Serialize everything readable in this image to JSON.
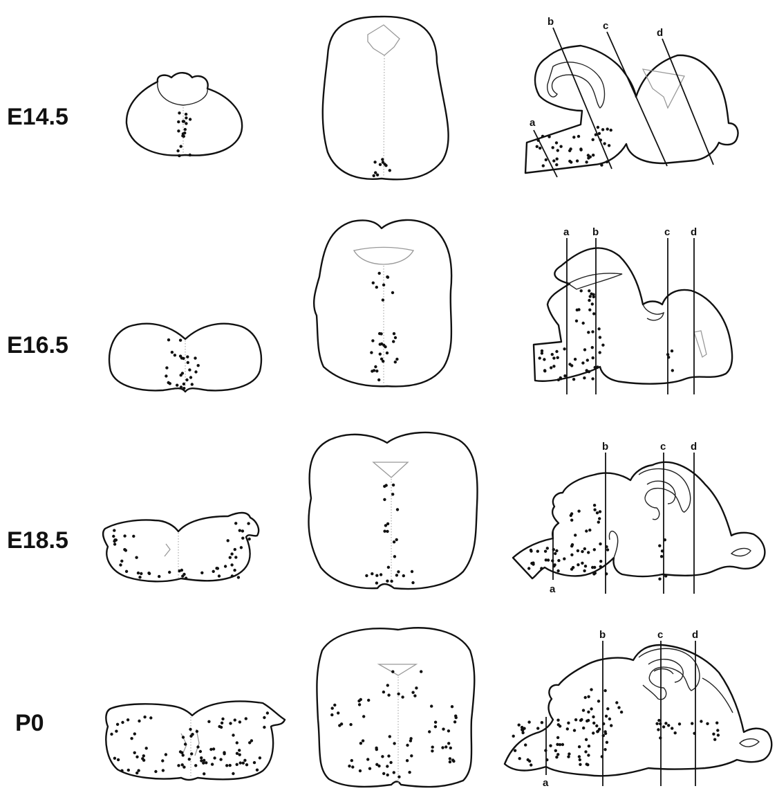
{
  "rows": [
    {
      "stage": "E14.5",
      "cuts": [
        "a",
        "b",
        "c",
        "d"
      ]
    },
    {
      "stage": "E16.5",
      "cuts": [
        "a",
        "b",
        "c",
        "d"
      ]
    },
    {
      "stage": "E18.5",
      "cuts": [
        "a",
        "b",
        "c",
        "d"
      ]
    },
    {
      "stage": "P0",
      "cuts": [
        "a",
        "b",
        "c",
        "d"
      ]
    }
  ]
}
